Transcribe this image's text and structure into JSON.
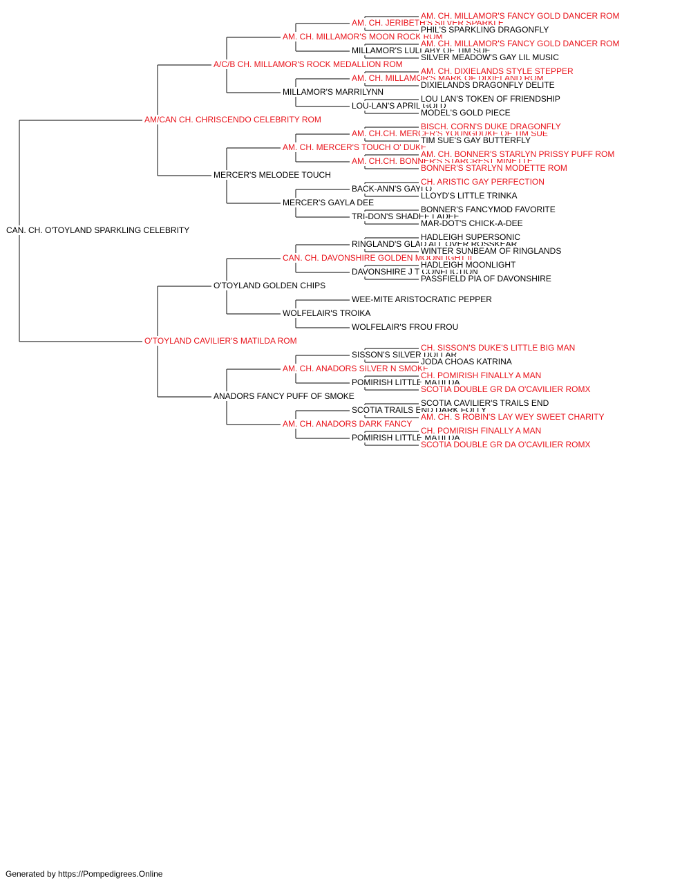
{
  "subject": {
    "name": "CAN. CH. O'TOYLAND SPARKLING CELEBRITY",
    "champion": false
  },
  "parents": [
    {
      "name": "AM/CAN CH. CHRISCENDO CELEBRITY ROM",
      "champion": true
    },
    {
      "name": "O'TOYLAND CAVILIER'S MATILDA ROM",
      "champion": true
    }
  ],
  "grandparents": [
    {
      "name": "A/C/B CH. MILLAMOR'S ROCK MEDALLION ROM",
      "champion": true
    },
    {
      "name": "MERCER'S MELODEE TOUCH",
      "champion": false
    },
    {
      "name": "O'TOYLAND GOLDEN CHIPS",
      "champion": false
    },
    {
      "name": "ANADORS FANCY PUFF OF SMOKE",
      "champion": false
    }
  ],
  "great_grandparents": [
    {
      "name": "AM. CH. MILLAMOR'S MOON ROCK ROM",
      "champion": true
    },
    {
      "name": "MILLAMOR'S MARRILYNN",
      "champion": false
    },
    {
      "name": "AM. CH. MERCER'S TOUCH O' DUKE",
      "champion": true
    },
    {
      "name": "MERCER'S GAYLA DEE",
      "champion": false
    },
    {
      "name": "CAN. CH. DAVONSHIRE GOLDEN MOONLIGHT II",
      "champion": true
    },
    {
      "name": "WOLFELAIR'S TROIKA",
      "champion": false
    },
    {
      "name": "AM. CH. ANADORS SILVER N SMOKE",
      "champion": true
    },
    {
      "name": "AM. CH. ANADORS DARK FANCY",
      "champion": true
    }
  ],
  "gen4": [
    {
      "name": "AM. CH. JERIBETH'S SILVER SPARKLE",
      "champion": true
    },
    {
      "name": "MILLAMOR'S LULLABY OF TIM SUE",
      "champion": false
    },
    {
      "name": "AM. CH. MILLAMOR'S MARK OF DIXIELAND ROM",
      "champion": true
    },
    {
      "name": "LOU-LAN'S APRIL GOLD",
      "champion": false
    },
    {
      "name": "AM. CH.CH. MERCER'S YOUNGDUKE OF TIM SUE",
      "champion": true
    },
    {
      "name": "AM. CH.CH. BONNER'S STARCREST MINETTE",
      "champion": true
    },
    {
      "name": "BACK-ANN'S GAYLO",
      "champion": false
    },
    {
      "name": "TRI-DON'S SHADEE LADEE",
      "champion": false
    },
    {
      "name": "RINGLAND'S GLAD ALL OVER ROSSKEAR",
      "champion": false
    },
    {
      "name": "DAVONSHIRE J T CONFLICTION",
      "champion": false
    },
    {
      "name": "WEE-MITE ARISTOCRATIC PEPPER",
      "champion": false
    },
    {
      "name": "WOLFELAIR'S FROU FROU",
      "champion": false
    },
    {
      "name": "SISSON'S SILVER DOLLAR",
      "champion": false
    },
    {
      "name": "POMIRISH LITTLE MATILDA",
      "champion": false
    },
    {
      "name": "SCOTIA TRAILS END DARK FOLLY",
      "champion": false
    },
    {
      "name": "POMIRISH LITTLE MATILDA",
      "champion": false
    }
  ],
  "gen5": [
    {
      "name": "AM. CH. MILLAMOR'S FANCY GOLD DANCER ROM",
      "champion": true
    },
    {
      "name": "PHIL'S SPARKLING DRAGONFLY",
      "champion": false
    },
    {
      "name": "AM. CH. MILLAMOR'S FANCY GOLD DANCER ROM",
      "champion": true
    },
    {
      "name": "SILVER MEADOW'S GAY LIL MUSIC",
      "champion": false
    },
    {
      "name": "AM. CH. DIXIELANDS STYLE STEPPER",
      "champion": true
    },
    {
      "name": "DIXIELANDS DRAGONFLY DELITE",
      "champion": false
    },
    {
      "name": "LOU LAN'S TOKEN OF FRIENDSHIP",
      "champion": false
    },
    {
      "name": "MODEL'S GOLD PIECE",
      "champion": false
    },
    {
      "name": "BISCH. CORN'S DUKE DRAGONFLY",
      "champion": true
    },
    {
      "name": "TIM SUE'S GAY BUTTERFLY",
      "champion": false
    },
    {
      "name": "AM. CH. BONNER'S STARLYN PRISSY PUFF ROM",
      "champion": true
    },
    {
      "name": "BONNER'S STARLYN MODETTE ROM",
      "champion": true
    },
    {
      "name": "CH. ARISTIC GAY PERFECTION",
      "champion": true
    },
    {
      "name": "LLOYD'S LITTLE TRINKA",
      "champion": false
    },
    {
      "name": "BONNER'S FANCYMOD FAVORITE",
      "champion": false
    },
    {
      "name": "MAR-DOT'S CHICK-A-DEE",
      "champion": false
    },
    {
      "name": "HADLEIGH SUPERSONIC",
      "champion": false
    },
    {
      "name": "WINTER SUNBEAM OF RINGLANDS",
      "champion": false
    },
    {
      "name": "HADLEIGH MOONLIGHT",
      "champion": false
    },
    {
      "name": "PASSFIELD PIA OF DAVONSHIRE",
      "champion": false
    },
    {
      "name": "",
      "champion": false
    },
    {
      "name": "",
      "champion": false
    },
    {
      "name": "",
      "champion": false
    },
    {
      "name": "",
      "champion": false
    },
    {
      "name": "CH. SISSON'S DUKE'S LITTLE BIG MAN",
      "champion": true
    },
    {
      "name": "JODA CHOAS KATRINA",
      "champion": false
    },
    {
      "name": "CH. POMIRISH FINALLY A MAN",
      "champion": true
    },
    {
      "name": "SCOTIA DOUBLE GR DA O'CAVILIER ROMX",
      "champion": true
    },
    {
      "name": "SCOTIA CAVILIER'S TRAILS END",
      "champion": false
    },
    {
      "name": "AM. CH. S ROBIN'S LAY WEY SWEET CHARITY",
      "champion": true
    },
    {
      "name": "CH. POMIRISH FINALLY A MAN",
      "champion": true
    },
    {
      "name": "SCOTIA DOUBLE GR DA O'CAVILIER ROMX",
      "champion": true
    }
  ],
  "colors": {
    "champion": "#e8121a",
    "regular": "#000000",
    "line": "#333333"
  },
  "footer": "Generated by https://Pompedigrees.Online"
}
